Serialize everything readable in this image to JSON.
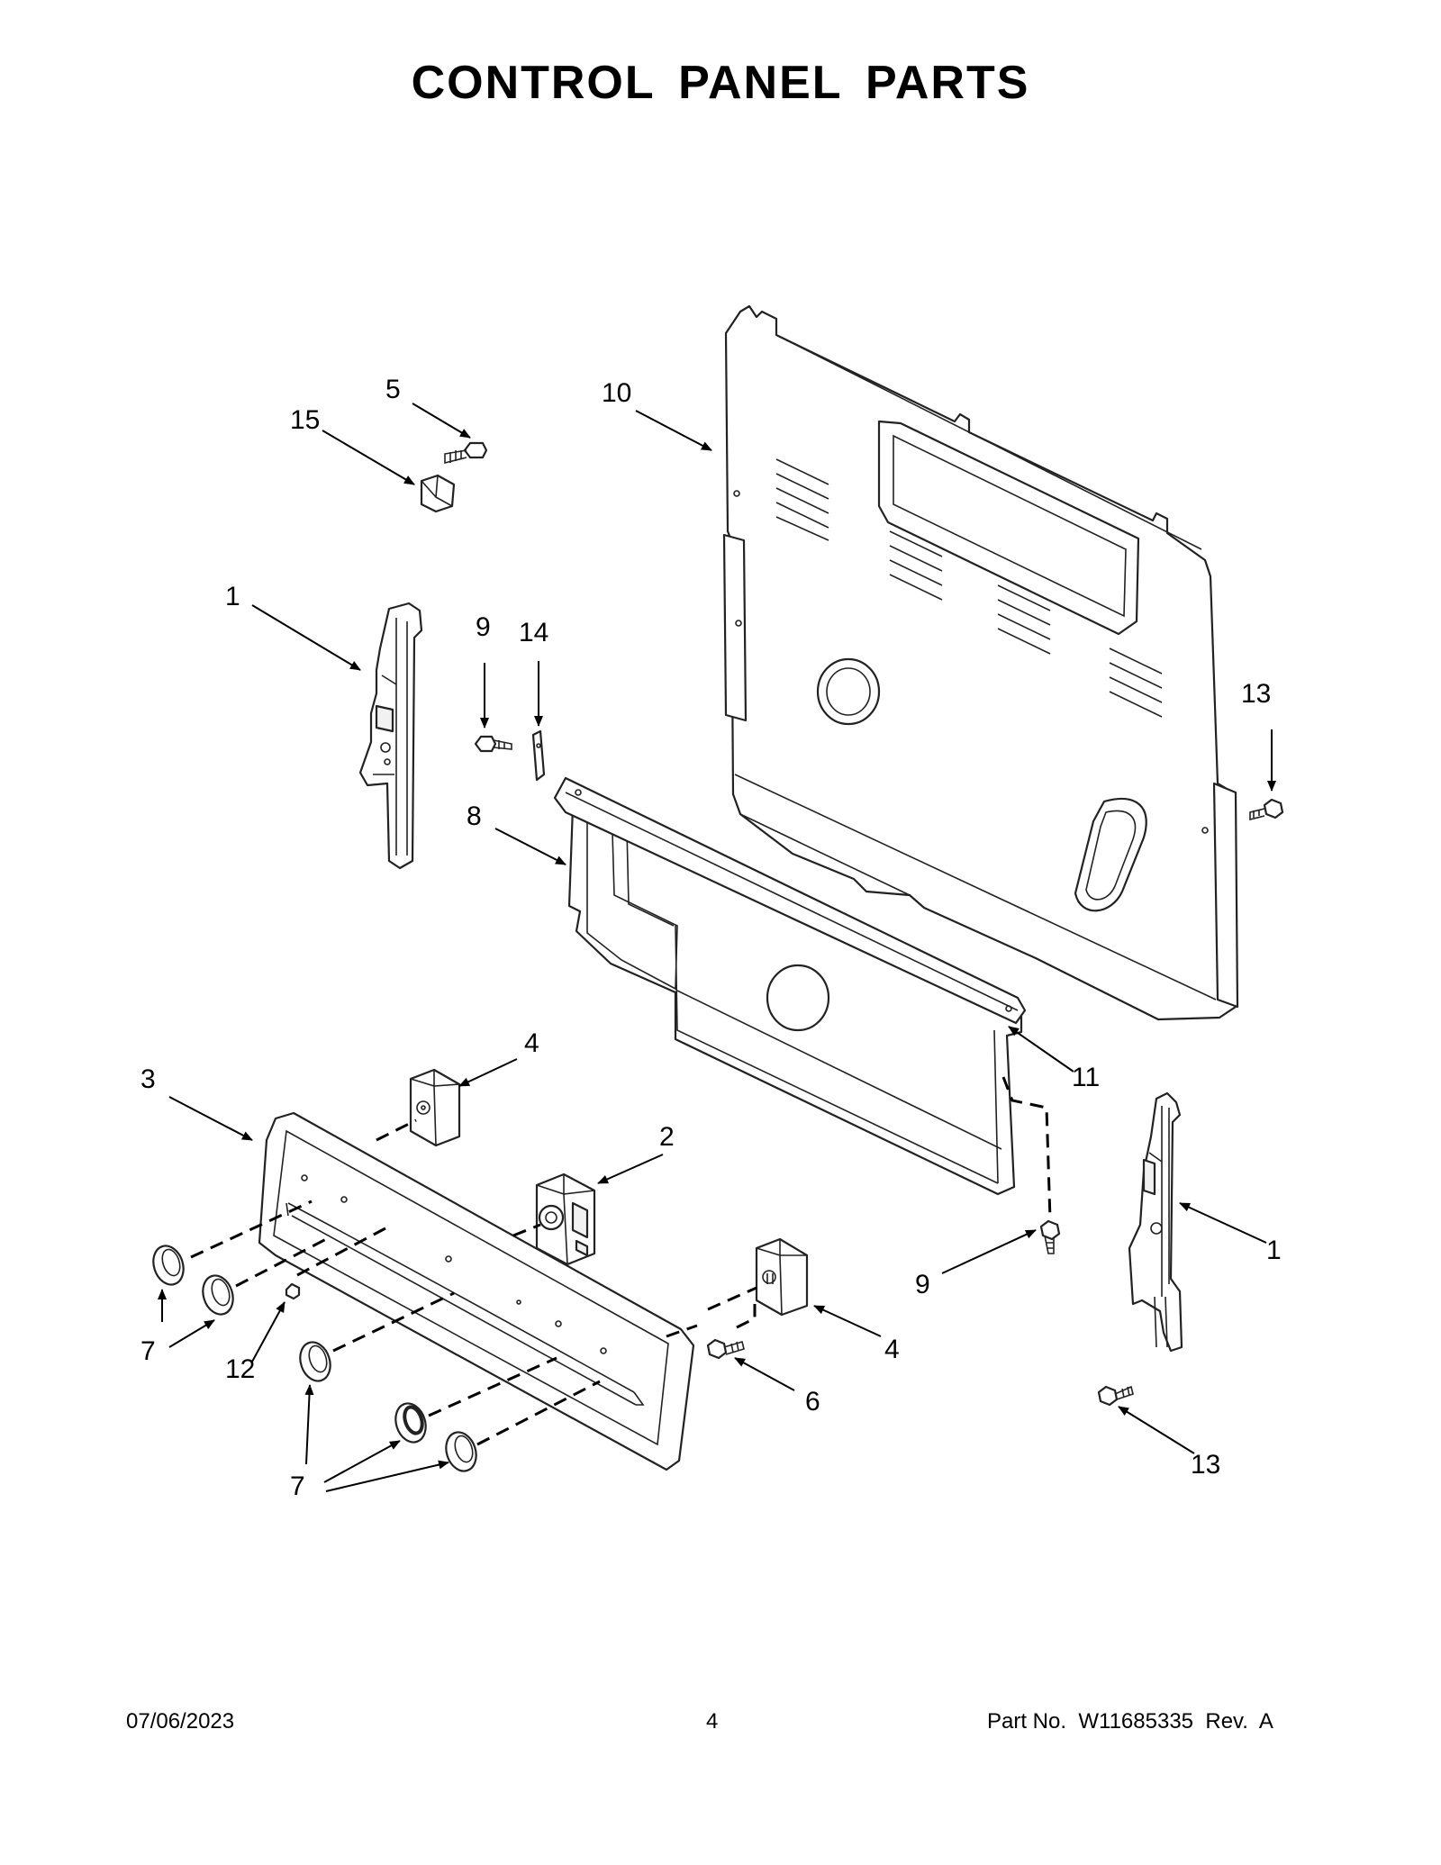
{
  "page": {
    "title": "CONTROL PANEL PARTS",
    "footer": {
      "date": "07/06/2023",
      "page_number": "4",
      "part_number": "Part No.  W11685335  Rev.  A"
    }
  },
  "callouts": [
    "1",
    "1",
    "2",
    "3",
    "4",
    "4",
    "5",
    "6",
    "7",
    "7",
    "8",
    "9",
    "9",
    "10",
    "11",
    "12",
    "13",
    "13",
    "14",
    "15"
  ]
}
